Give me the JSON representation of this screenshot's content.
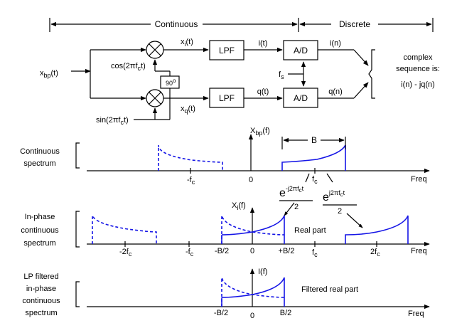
{
  "header": {
    "continuous": "Continuous",
    "discrete": "Discrete"
  },
  "block_diagram": {
    "input": {
      "main": "x",
      "sub": "bp",
      "arg": "(t)"
    },
    "upper_osc": {
      "pre": "cos(2πf",
      "sub": "c",
      "post": "t)"
    },
    "lower_osc": {
      "pre": "sin(2πf",
      "sub": "c",
      "post": "t)"
    },
    "shift": "90",
    "shift_deg": "o",
    "xi": {
      "main": "x",
      "sub": "i",
      "arg": "(t)"
    },
    "xq": {
      "main": "x",
      "sub": "q",
      "arg": "(t)"
    },
    "lpf": "LPF",
    "adc": "A/D",
    "it": "i(t)",
    "qt": "q(t)",
    "in": "i(n)",
    "qn": "q(n)",
    "fs": {
      "main": "f",
      "sub": "s"
    },
    "complex": [
      "complex",
      "sequence is:",
      "i(n) - jq(n)"
    ]
  },
  "spectra": {
    "continuous": {
      "label": [
        "Continuous",
        "spectrum"
      ],
      "ylabel": {
        "main": "X",
        "sub": "bp",
        "arg": "(f)"
      },
      "bandwidth": "B",
      "neg_fc": {
        "main": "-f",
        "sub": "c"
      },
      "zero": "0",
      "fc": {
        "main": "f",
        "sub": "c"
      },
      "freq": "Freq"
    },
    "mixing": {
      "neg": {
        "e": "e",
        "exp": "-j2πf",
        "exp_sub": "c",
        "exp_t": "t",
        "den": "2"
      },
      "pos": {
        "e": "e",
        "exp": "j2πf",
        "exp_sub": "c",
        "exp_t": "t",
        "den": "2"
      }
    },
    "inphase": {
      "label": [
        "In-phase",
        "continuous",
        "spectrum"
      ],
      "ylabel": {
        "main": "X",
        "sub": "i",
        "arg": "(f)"
      },
      "real_part": "Real part",
      "neg_2fc": {
        "main": "-2f",
        "sub": "c"
      },
      "neg_fc": {
        "main": "-f",
        "sub": "c"
      },
      "neg_b2": "-B/2",
      "zero": "0",
      "pos_b2": "+B/2",
      "fc": {
        "main": "f",
        "sub": "c"
      },
      "two_fc": {
        "main": "2f",
        "sub": "c"
      },
      "freq": "Freq"
    },
    "filtered": {
      "label": [
        "LP filtered",
        "in-phase",
        "continuous",
        "spectrum"
      ],
      "ylabel": "I(f)",
      "filtered_real": "Filtered real part",
      "neg_b2": "-B/2",
      "zero": "0",
      "b2": "B/2",
      "freq": "Freq"
    }
  },
  "colors": {
    "spectrum": "#1515e6",
    "lines": "#000000"
  }
}
